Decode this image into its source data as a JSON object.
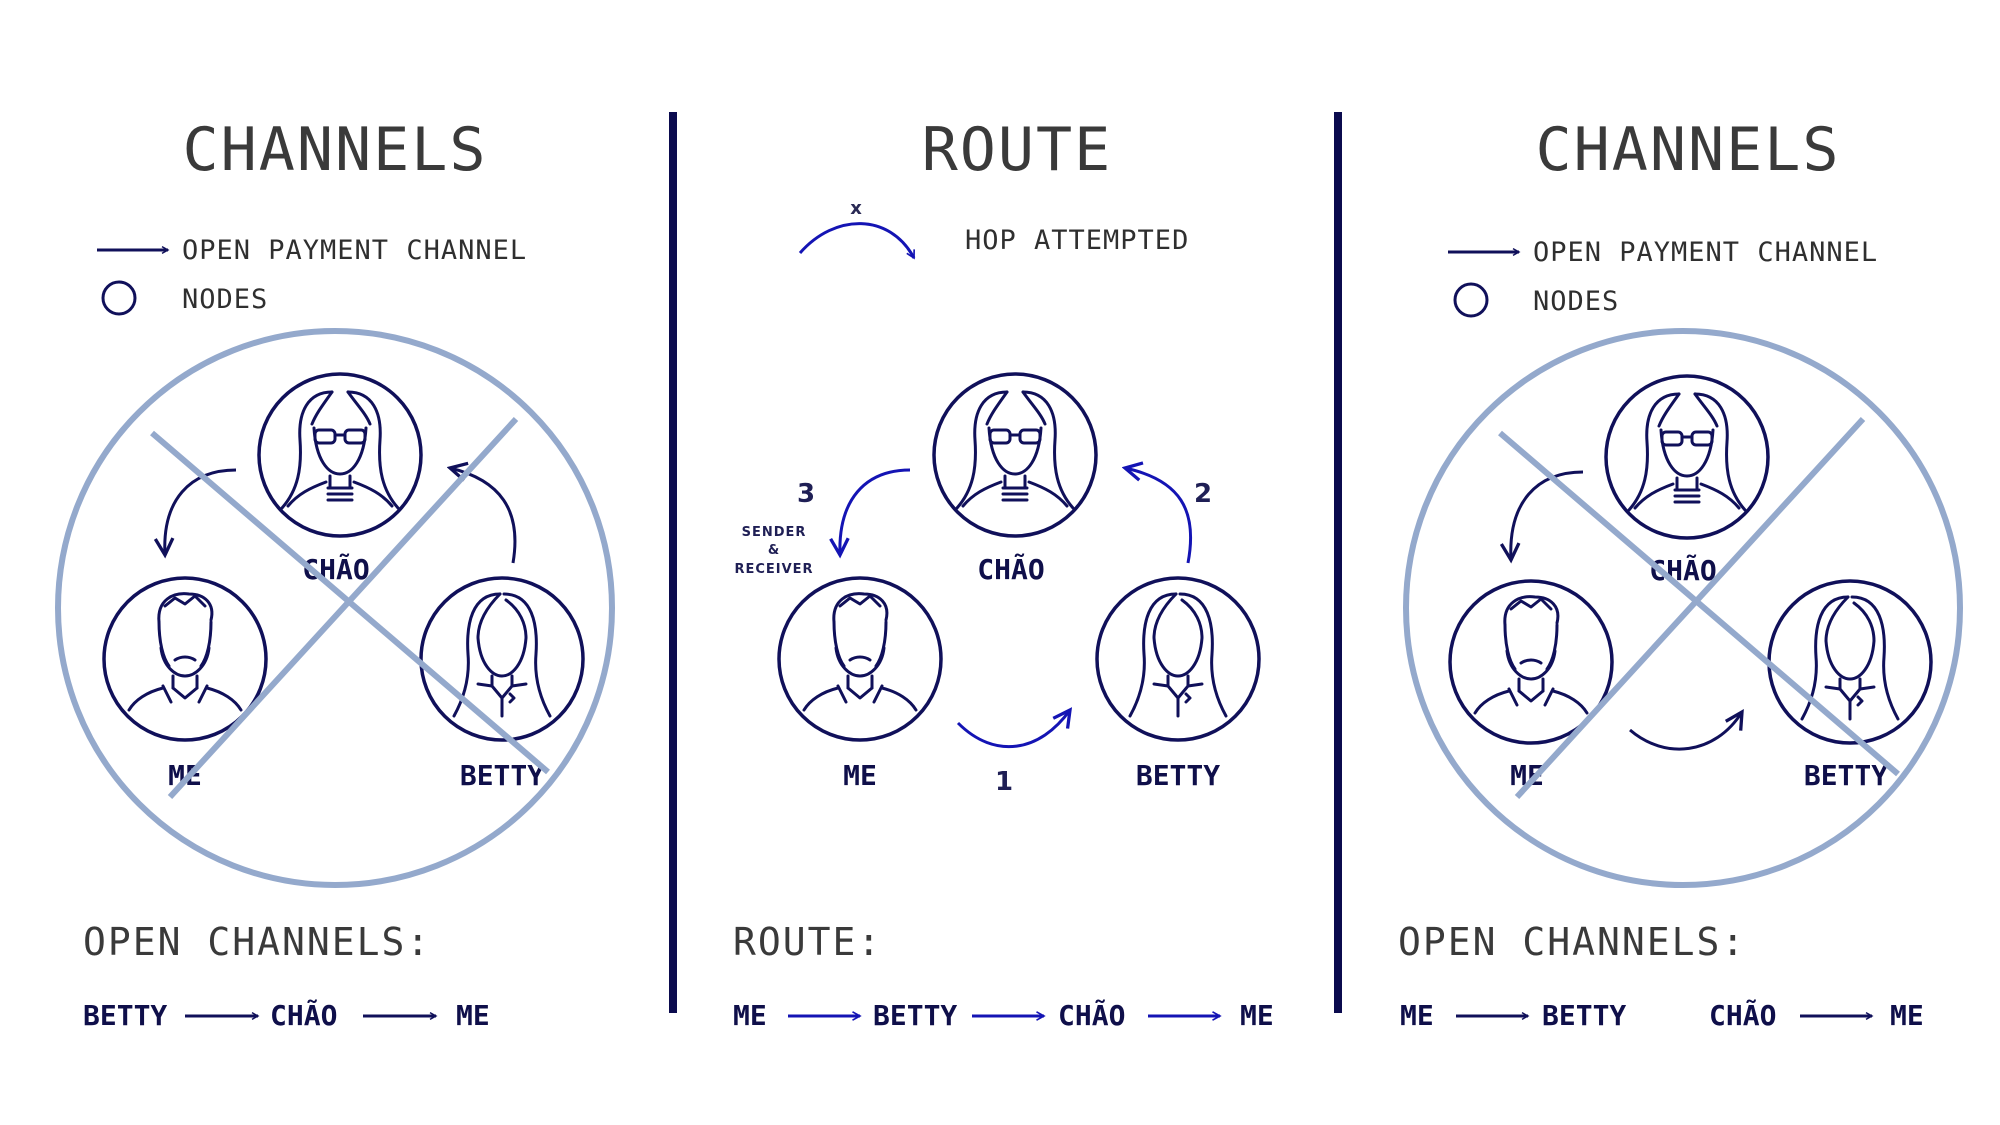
{
  "panels": {
    "left": {
      "title": "CHANNELS",
      "legend_channel": "OPEN PAYMENT CHANNEL",
      "legend_nodes": "NODES",
      "node_chao": "CHÃO",
      "node_me": "ME",
      "node_betty": "BETTY",
      "footer_title": "OPEN CHANNELS:",
      "chain": [
        "BETTY",
        "CHÃO",
        "ME"
      ]
    },
    "middle": {
      "title": "ROUTE",
      "legend_x": "x",
      "legend_hop": "HOP ATTEMPTED",
      "node_chao": "CHÃO",
      "node_me": "ME",
      "node_betty": "BETTY",
      "step1": "1",
      "step2": "2",
      "step3": "3",
      "sender_line1": "SENDER",
      "sender_line2": "&",
      "sender_line3": "RECEIVER",
      "footer_title": "ROUTE:",
      "chain": [
        "ME",
        "BETTY",
        "CHÃO",
        "ME"
      ]
    },
    "right": {
      "title": "CHANNELS",
      "legend_channel": "OPEN PAYMENT CHANNEL",
      "legend_nodes": "NODES",
      "node_chao": "CHÃO",
      "node_me": "ME",
      "node_betty": "BETTY",
      "footer_title": "OPEN CHANNELS:",
      "chain_a": [
        "ME",
        "BETTY"
      ],
      "chain_b": [
        "CHÃO",
        "ME"
      ]
    }
  },
  "colors": {
    "navy": "#10105a",
    "route_blue": "#1414b4",
    "cross_out": "#94a9cc",
    "text": "#3a3a3a"
  },
  "icons": [
    "woman-glasses-icon",
    "man-beard-icon",
    "woman-long-hair-icon"
  ]
}
